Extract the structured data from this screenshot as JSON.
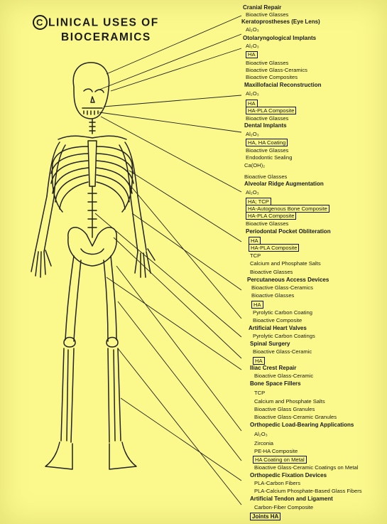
{
  "title": {
    "c": "C",
    "l1": "LINICAL USES OF",
    "l2": "BIOCERAMICS"
  },
  "apps": {
    "cranial": {
      "title": "Cranial Repair",
      "m": [
        "Bioactive Glasses"
      ]
    },
    "kerato": {
      "title": "Keratoprostheses (Eye Lens)",
      "m": [
        "Al₂O₃"
      ]
    },
    "oto": {
      "title": "Otolaryngological Implants",
      "m": [
        "Al₂O₃",
        "HA",
        "Bioactive Glasses",
        "Bioactive Glass-Ceramics",
        "Bioactive Composites"
      ]
    },
    "maxillo": {
      "title": "Maxillofacial Reconstruction",
      "m": [
        "Al₂O₃",
        "HA",
        "HA-PLA Composite",
        "Bioactive Glasses"
      ]
    },
    "dental": {
      "title": "Dental Implants",
      "m": [
        "Al₂O₃",
        "HA, HA Coating",
        "Bioactive Glasses",
        "Endodontic Sealing",
        "Ca(OH)₂",
        "Bioactive Glasses"
      ]
    },
    "alveolar": {
      "title": "Alveolar Ridge Augmentation",
      "m": [
        "Al₂O₃",
        "HA; TCP",
        "HA-Autogenous Bone Composite",
        "HA-PLA Composite",
        "Bioactive Glasses"
      ]
    },
    "perio": {
      "title": "Periodontal Pocket Obliteration",
      "m": [
        "HA",
        "HA-PLA Composite",
        "TCP",
        "Calcium and Phosphate Salts",
        "Bioactive Glasses"
      ]
    },
    "percut": {
      "title": "Percutaneous Access Devices",
      "m": [
        "Bioactive Glass-Ceramics",
        "Bioactive Glasses",
        "HA",
        "Pyrolytic Carbon Coating",
        "Bioactive Composite"
      ]
    },
    "heart": {
      "title": "Artificial Heart Valves",
      "m": [
        "Pyrolytic Carbon Coatings"
      ]
    },
    "spinal": {
      "title": "Spinal Surgery",
      "m": [
        "Bioactive Glass-Ceramic",
        "HA"
      ]
    },
    "iliac": {
      "title": "Iliac Crest Repair",
      "m": [
        "Bioactive Glass-Ceramic"
      ]
    },
    "bonespace": {
      "title": "Bone Space Fillers",
      "m": [
        "TCP",
        "Calcium and Phosphate Salts",
        "Bioactive Glass Granules",
        "Bioactive Glass-Ceramic Granules"
      ]
    },
    "ortholb": {
      "title": "Orthopedic Load-Bearing Applications",
      "m": [
        "Al₂O₃",
        "Zirconia",
        "PE-HA Composite",
        "HA Coating on Metal",
        "Bioactive Glass-Ceramic Coatings on Metal"
      ]
    },
    "orthofix": {
      "title": "Orthopedic Fixation Devices",
      "m": [
        "PLA-Carbon Fibers",
        "PLA-Calcium Phosphate-Based Glass Fibers"
      ]
    },
    "tendon": {
      "title": "Artificial Tendon and Ligament",
      "m": [
        "Carbon-Fiber Composite"
      ]
    },
    "joints": {
      "title": "Joints HA"
    }
  }
}
